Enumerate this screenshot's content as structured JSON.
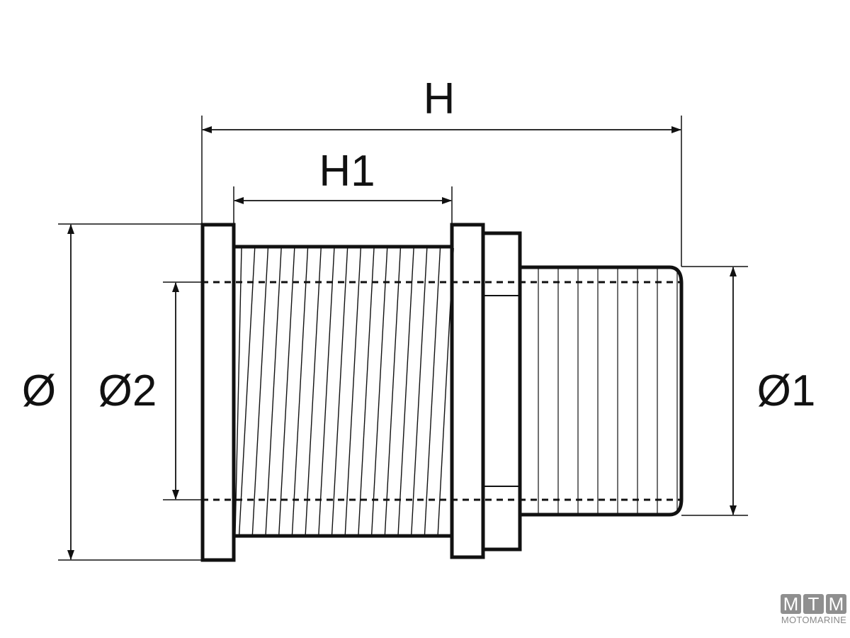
{
  "diagram": {
    "labels": {
      "overall_length": "H",
      "thread_length": "H1",
      "flange_diameter": "Ø",
      "inner_diameter": "Ø2",
      "outlet_diameter": "Ø1"
    }
  },
  "logo": {
    "letters": [
      "M",
      "T",
      "M"
    ],
    "name": "MOTOMARINE",
    "color": "#8f8f8f"
  }
}
